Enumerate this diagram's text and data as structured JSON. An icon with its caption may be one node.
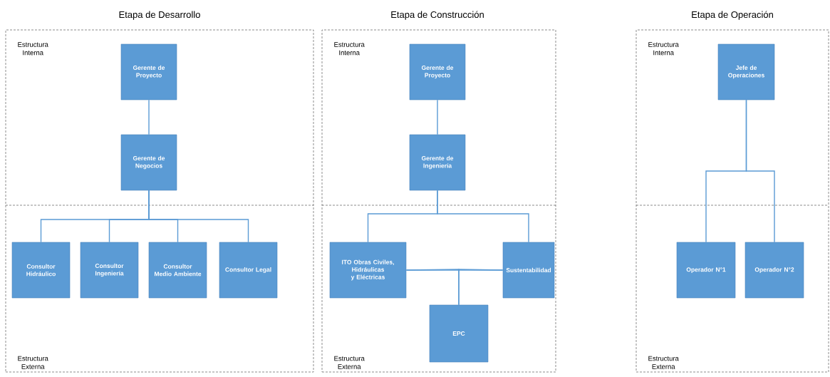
{
  "diagram": {
    "nodes": [
      {
        "text": [
          "Etapa de Desarrollo",
          "Estructura Interna",
          "Estructura Externa"
        ]
      },
      {
        "text": [
          "Gerente de Proyecto"
        ],
        "in": 0
      },
      {
        "text": [
          "Gerente de Negocios"
        ],
        "in": 0
      },
      {
        "text": [
          "Consultor Hidráulico"
        ],
        "in": 0
      },
      {
        "text": [
          "Consultor Ingeniería"
        ],
        "in": 0
      },
      {
        "text": [
          "Consultor Medio Ambiente"
        ],
        "in": 0
      },
      {
        "text": [
          "Consultor Legal"
        ],
        "in": 0
      },
      {
        "text": [
          "Etapa de Construcción",
          "Estructura Interna",
          "Estructura Externa"
        ]
      },
      {
        "text": [
          "Gerente de Proyecto"
        ],
        "in": 7
      },
      {
        "text": [
          "Gerente de Ingeniería"
        ],
        "in": 7
      },
      {
        "text": [
          "ITO Obras Civiles, Hidráulicas y Eléctricas"
        ],
        "in": 7
      },
      {
        "text": [
          "Sustentabilidad"
        ],
        "in": 7
      },
      {
        "text": [
          "EPC"
        ],
        "in": 7
      },
      {
        "text": [
          "Etapa de Operación",
          "Estructura Interna",
          "Estructura Externa"
        ]
      },
      {
        "text": [
          "Jefe de Operaciones"
        ],
        "in": 13
      },
      {
        "text": [
          "Operador N°1"
        ],
        "in": 13
      },
      {
        "text": [
          "Operador N°2"
        ],
        "in": 13
      }
    ],
    "edges": [
      {
        "from": 1,
        "to": 2,
        "arrow": "none"
      },
      {
        "from": 2,
        "to": 3,
        "arrow": "none"
      },
      {
        "from": 2,
        "to": 4,
        "arrow": "none"
      },
      {
        "from": 2,
        "to": 5,
        "arrow": "none"
      },
      {
        "from": 2,
        "to": 6,
        "arrow": "none"
      },
      {
        "from": 8,
        "to": 9,
        "arrow": "none"
      },
      {
        "from": 9,
        "to": 10,
        "arrow": "none"
      },
      {
        "from": 9,
        "to": 11,
        "arrow": "none"
      },
      {
        "from": 10,
        "to": 11,
        "arrow": "none"
      },
      {
        "from": 10,
        "to": 12,
        "arrow": "none"
      },
      {
        "from": 11,
        "to": 12,
        "arrow": "none"
      },
      {
        "from": 14,
        "to": 15,
        "arrow": "none"
      },
      {
        "from": 14,
        "to": 16,
        "arrow": "none"
      }
    ]
  }
}
